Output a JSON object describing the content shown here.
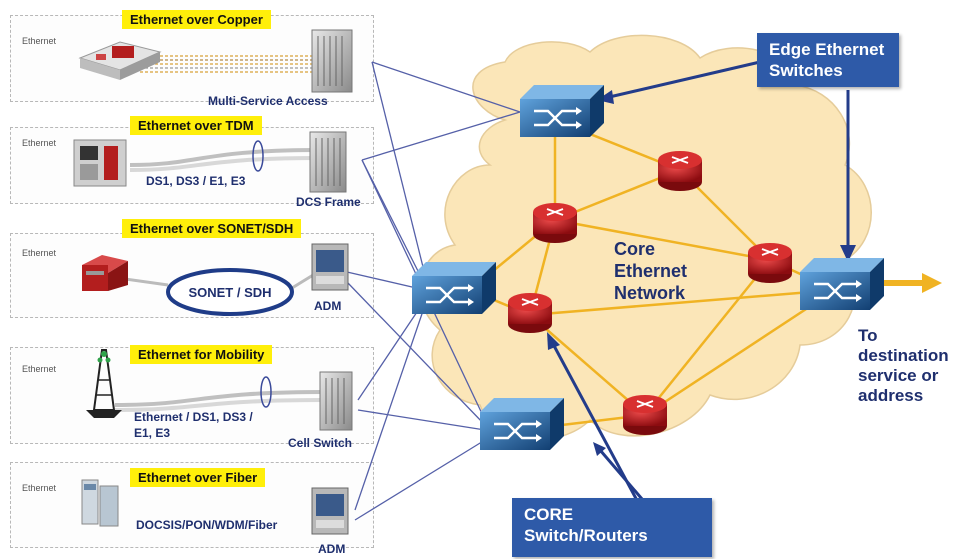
{
  "rows": [
    {
      "eth_label": "Ethernet",
      "banner": "Ethernet over Copper",
      "device_label": "Multi-Service Access",
      "link_label": ""
    },
    {
      "eth_label": "Ethernet",
      "banner": "Ethernet over TDM",
      "device_label": "DCS Frame",
      "link_label": "DS1, DS3 / E1, E3"
    },
    {
      "eth_label": "Ethernet",
      "banner": "Ethernet over SONET/SDH",
      "device_label": "ADM",
      "link_label": "SONET / SDH"
    },
    {
      "eth_label": "Ethernet",
      "banner": "Ethernet for Mobility",
      "device_label": "Cell Switch",
      "link_label_line1": "Ethernet / DS1, DS3 /",
      "link_label_line2": "E1, E3"
    },
    {
      "eth_label": "Ethernet",
      "banner": "Ethernet over Fiber",
      "device_label": "ADM",
      "link_label": "DOCSIS/PON/WDM/Fiber"
    }
  ],
  "callouts": {
    "edge_line1": "Edge Ethernet",
    "edge_line2": "Switches",
    "core_line1": "CORE",
    "core_line2": "Switch/Routers"
  },
  "cloud": {
    "line1": "Core",
    "line2": "Ethernet",
    "line3": "Network"
  },
  "destination": {
    "line1": "To",
    "line2": "destination",
    "line3": "service or",
    "line4": "address"
  },
  "colors": {
    "banner": "#ffef0a",
    "callout": "#2e5aa8",
    "cloud": "#fbe6b8",
    "router": "#c4161c",
    "switch": "#1f5a9c",
    "core_link": "#f0b323",
    "access_link": "#5560a8",
    "text": "#1f2f6e"
  }
}
